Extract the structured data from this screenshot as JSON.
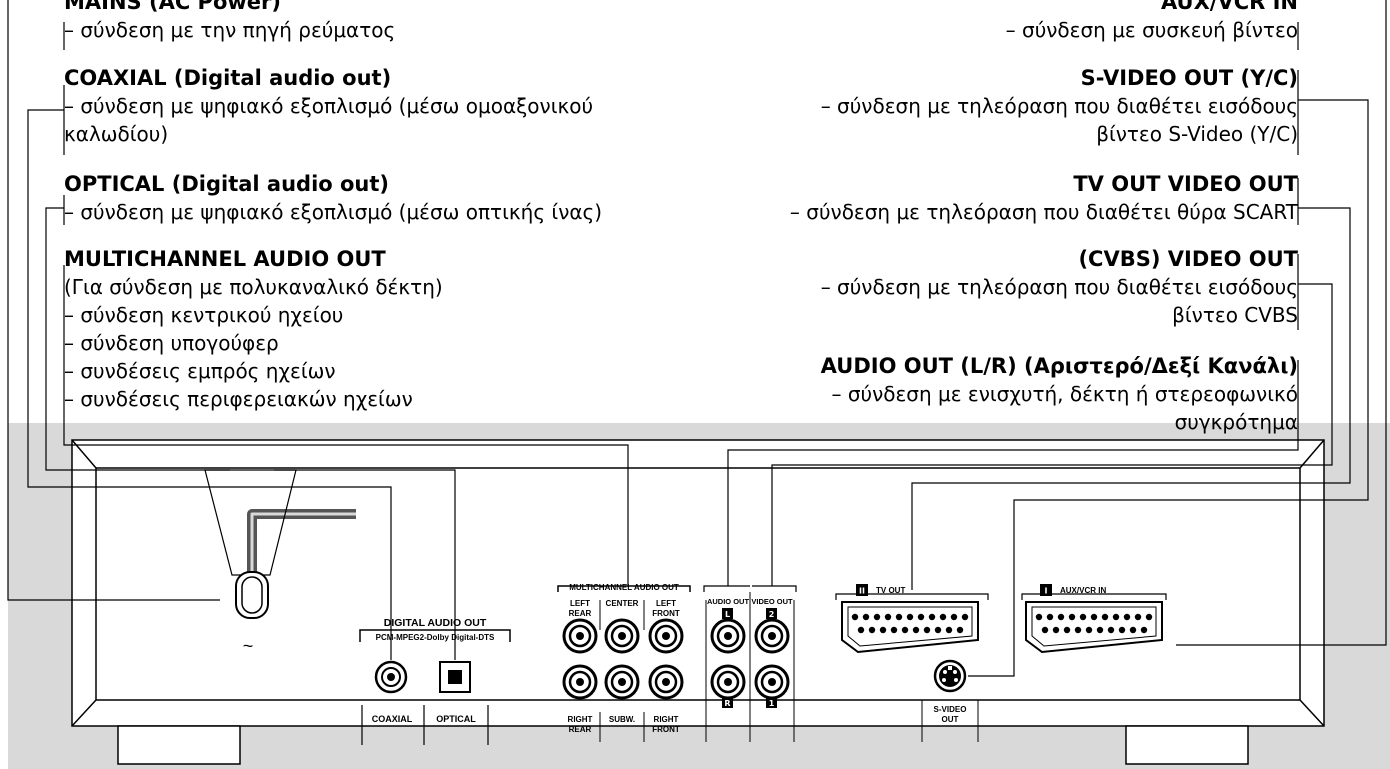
{
  "left_labels": [
    {
      "title": "MAINS (AC Power)",
      "lines": [
        "– σύνδεση με την πηγή ρεύματος"
      ]
    },
    {
      "title": "COAXIAL (Digital audio out)",
      "lines": [
        "– σύνδεση με ψηφιακό εξοπλισμό (μέσω ομοαξονικού",
        "καλωδίου)"
      ]
    },
    {
      "title": "OPTICAL (Digital audio out)",
      "lines": [
        "– σύνδεση με ψηφιακό εξοπλισμό (μέσω οπτικής ίνας)"
      ]
    },
    {
      "title": "MULTICHANNEL AUDIO OUT",
      "lines": [
        "(Για σύνδεση με πολυκαναλικό δέκτη)",
        "– σύνδεση κεντρικού ηχείου",
        "– σύνδεση υπογούφερ",
        "– συνδέσεις εμπρός ηχείων",
        "– συνδέσεις περιφερειακών ηχείων"
      ]
    }
  ],
  "right_labels": [
    {
      "title": "AUX/VCR IN",
      "lines": [
        "– σύνδεση με συσκευή βίντεο"
      ]
    },
    {
      "title": "S-VIDEO OUT (Y/C)",
      "lines": [
        "– σύνδεση με τηλεόραση που διαθέτει εισόδους",
        "βίντεο S-Video (Y/C)"
      ]
    },
    {
      "title": "TV OUT VIDEO OUT",
      "lines": [
        "– σύνδεση με τηλεόραση που διαθέτει θύρα SCART"
      ]
    },
    {
      "title": "(CVBS) VIDEO OUT",
      "lines": [
        "– σύνδεση με τηλεόραση που διαθέτει εισόδους",
        "βίντεο CVBS"
      ]
    },
    {
      "title": "AUDIO OUT (L/R) (Αριστερό/Δεξί Κανάλι)",
      "lines": [
        "– σύνδεση με ενισχυτή, δέκτη ή στερεοφωνικό",
        "συγκρότημα"
      ]
    }
  ],
  "panel": {
    "digital_audio_out": "DIGITAL AUDIO OUT",
    "digital_formats": "PCM-MPEG2-Dolby Digital-DTS",
    "coaxial": "COAXIAL",
    "optical": "OPTICAL",
    "multichannel": "MULTICHANNEL AUDIO OUT",
    "left_rear": [
      "LEFT",
      "REAR"
    ],
    "center": "CENTER",
    "left_front": [
      "LEFT",
      "FRONT"
    ],
    "right_rear": [
      "RIGHT",
      "REAR"
    ],
    "subw": "SUBW.",
    "right_front": [
      "RIGHT",
      "FRONT"
    ],
    "audio_out": "AUDIO OUT",
    "video_out": "VIDEO OUT",
    "badge_l": "L",
    "badge_r": "R",
    "badge_2": "2",
    "badge_1": "1",
    "tv_out": "TV OUT",
    "tv_badge": "II",
    "aux_vcr_in": "AUX/VCR IN",
    "aux_badge": "I",
    "s_video": "S-VIDEO",
    "s_video_out": "OUT",
    "ac_symbol": "~"
  }
}
